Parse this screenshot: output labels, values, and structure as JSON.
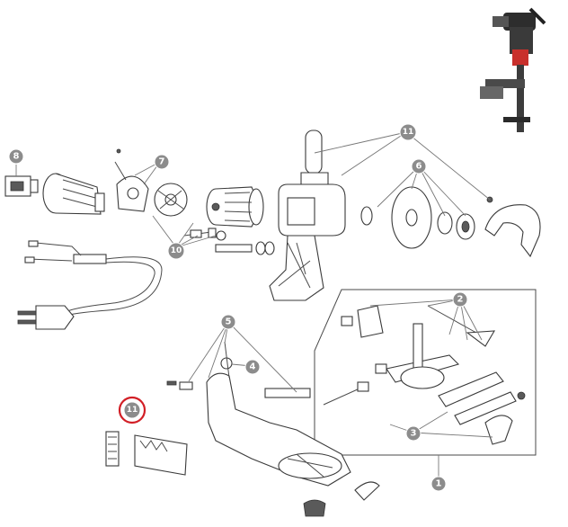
{
  "callouts": [
    {
      "id": "c8",
      "label": "8",
      "highlighted": false
    },
    {
      "id": "c7",
      "label": "7",
      "highlighted": false
    },
    {
      "id": "c10",
      "label": "10",
      "highlighted": false
    },
    {
      "id": "c11a",
      "label": "11",
      "highlighted": false
    },
    {
      "id": "c6",
      "label": "6",
      "highlighted": false
    },
    {
      "id": "c5",
      "label": "5",
      "highlighted": false
    },
    {
      "id": "c4",
      "label": "4",
      "highlighted": false
    },
    {
      "id": "c2",
      "label": "2",
      "highlighted": false
    },
    {
      "id": "c3",
      "label": "3",
      "highlighted": false
    },
    {
      "id": "c1",
      "label": "1",
      "highlighted": false
    },
    {
      "id": "c11b",
      "label": "11",
      "highlighted": true
    }
  ],
  "colors": {
    "badge": "#8c8c8c",
    "highlight_ring": "#d21f26",
    "line": "#4a4a4a"
  }
}
